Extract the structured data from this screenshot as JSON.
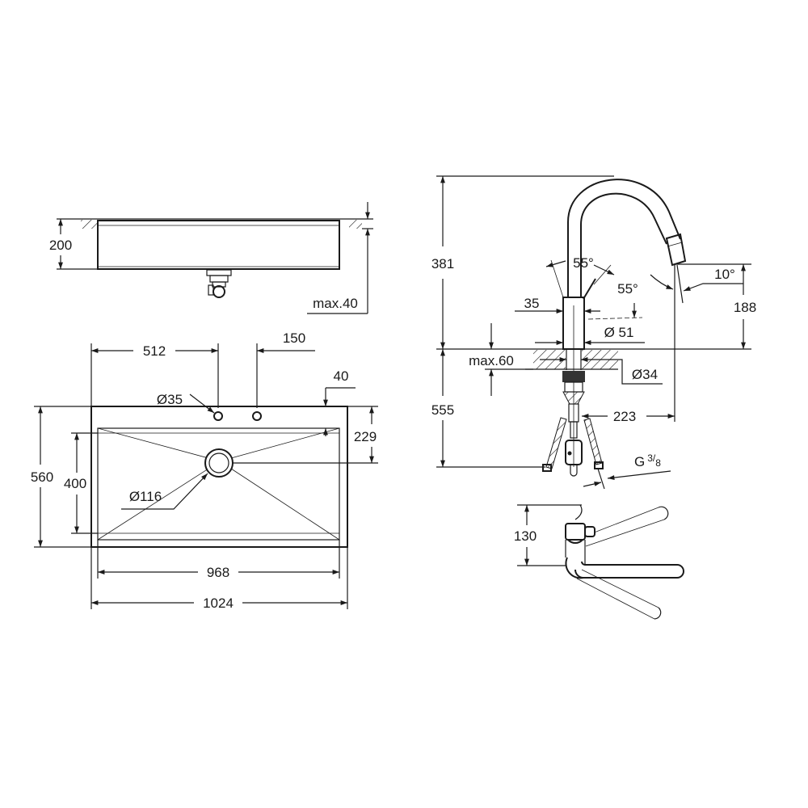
{
  "colors": {
    "line": "#1a1a1a",
    "background": "#ffffff"
  },
  "sink_side_view": {
    "height_label": "200",
    "max_depth_label": "max.40"
  },
  "sink_top_view": {
    "dim_512": "512",
    "dim_150": "150",
    "hole_diameter": "Ø35",
    "dim_40": "40",
    "dim_229": "229",
    "dim_560": "560",
    "dim_400": "400",
    "drain_diameter": "Ø116",
    "dim_968": "968",
    "dim_1024": "1024"
  },
  "faucet_side_view": {
    "dim_381": "381",
    "angle_55_a": "55°",
    "angle_55_b": "55°",
    "dim_35": "35",
    "diameter_51": "Ø 51",
    "angle_10": "10°",
    "dim_188": "188",
    "max_60": "max.60",
    "diameter_34": "Ø34",
    "dim_555": "555",
    "dim_223": "223",
    "thread_G": "G",
    "thread_num": "3",
    "thread_den": "8"
  },
  "faucet_top_view": {
    "dim_130": "130"
  }
}
